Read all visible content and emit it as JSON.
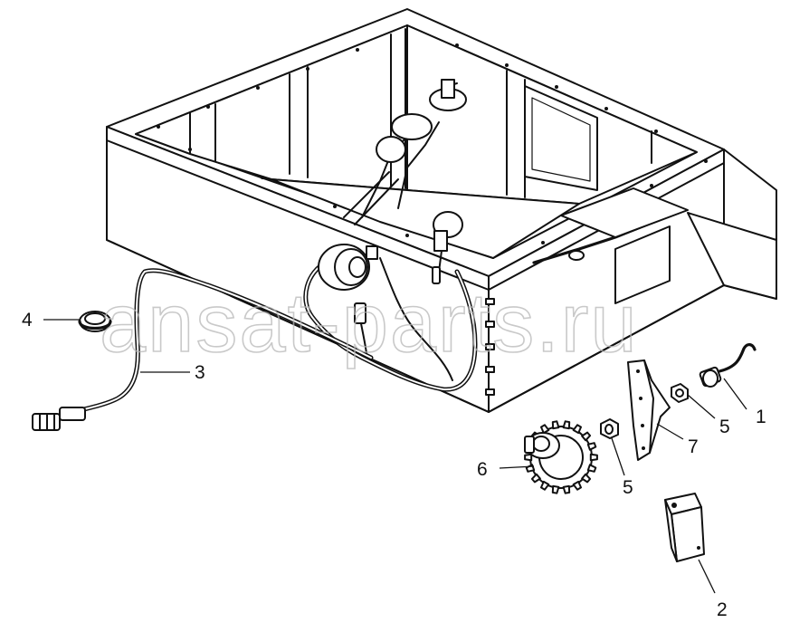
{
  "watermark": "ansat-parts.ru",
  "callouts": [
    {
      "id": "1",
      "label": "1"
    },
    {
      "id": "2",
      "label": "2"
    },
    {
      "id": "3",
      "label": "3"
    },
    {
      "id": "4",
      "label": "4"
    },
    {
      "id": "5a",
      "label": "5"
    },
    {
      "id": "5b",
      "label": "5"
    },
    {
      "id": "6",
      "label": "6"
    },
    {
      "id": "7",
      "label": "7"
    }
  ]
}
